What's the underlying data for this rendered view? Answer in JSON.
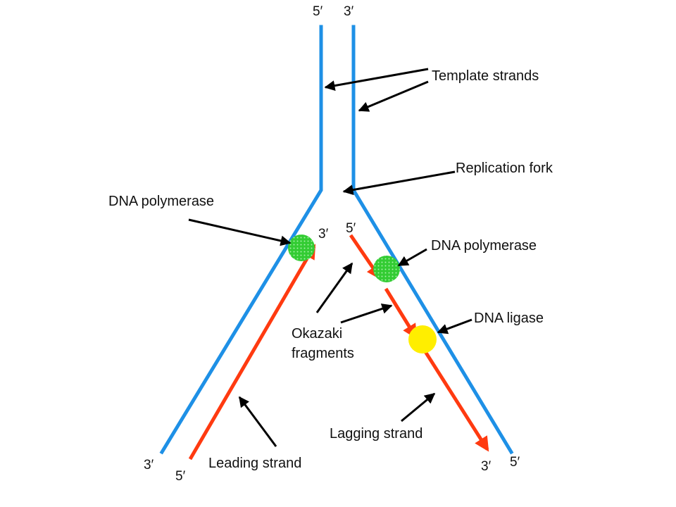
{
  "colors": {
    "template_strand": "#1e90e6",
    "new_strand": "#ff3a10",
    "polymerase": "#33cc33",
    "ligase": "#ffee00",
    "pointer": "#000000"
  },
  "labels": {
    "template_strands": "Template strands",
    "replication_fork": "Replication fork",
    "dna_polymerase_left": "DNA polymerase",
    "dna_polymerase_right": "DNA polymerase",
    "dna_ligase": "DNA ligase",
    "okazaki_line1": "Okazaki",
    "okazaki_line2": "fragments",
    "lagging_strand": "Lagging strand",
    "leading_strand": "Leading strand"
  },
  "ends": {
    "top_left": "5′",
    "top_right": "3′",
    "leading_tip": "3′",
    "lagging_start": "5′",
    "bottom_left_template": "3′",
    "bottom_leading": "5′",
    "bottom_lagging": "3′",
    "bottom_right_template": "5′"
  }
}
